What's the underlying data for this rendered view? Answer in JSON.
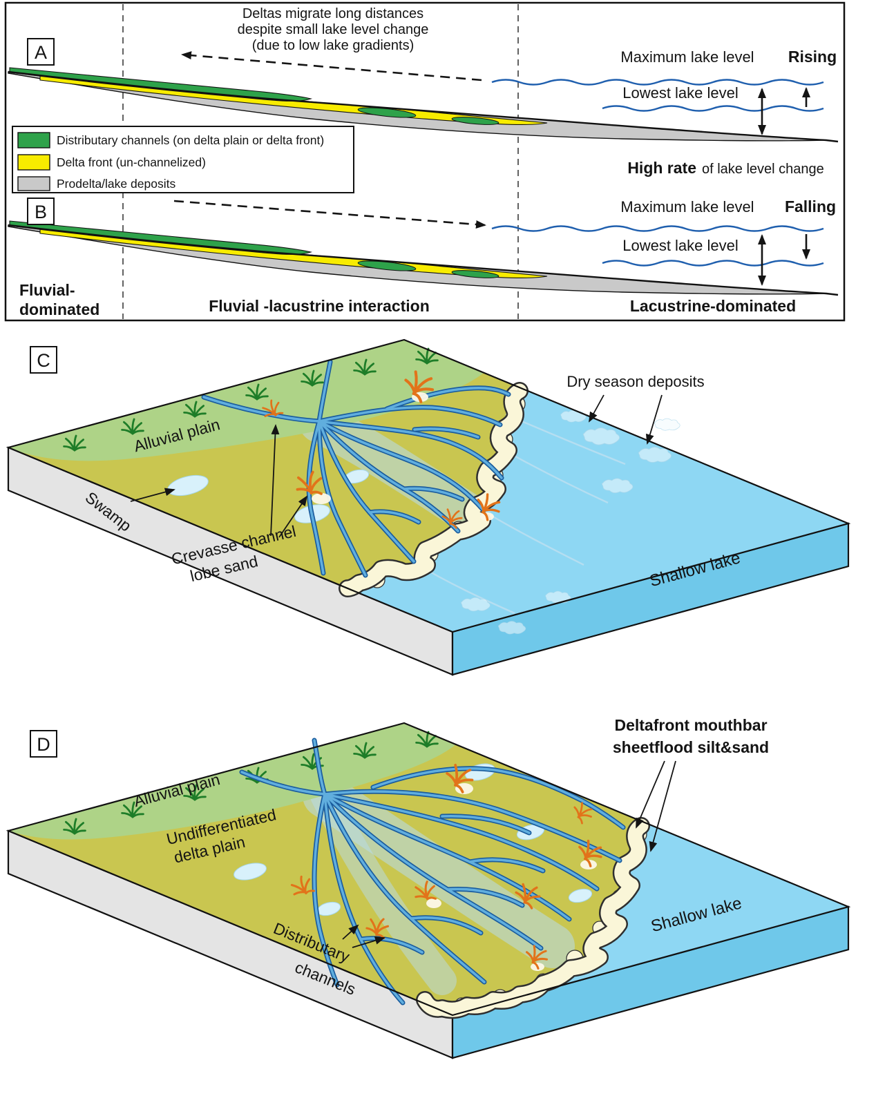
{
  "section_ab": {
    "panel_a": "A",
    "panel_b": "B",
    "note1": "Deltas migrate long distances",
    "note2": "despite  small  lake  level  change",
    "note3": "(due to low lake gradients)",
    "max_level": "Maximum lake level",
    "lowest_level": "Lowest lake level",
    "rising": "Rising",
    "falling": "Falling",
    "rate_bold": "High rate",
    "rate_rest": "of lake level change",
    "legend": {
      "items": [
        {
          "label": "Distributary channels (on delta plain or delta front)",
          "color": "#2ea24a"
        },
        {
          "label": "Delta front (un-channelized)",
          "color": "#f8ec00"
        },
        {
          "label": "Prodelta/lake deposits",
          "color": "#c9c9c9"
        }
      ]
    },
    "zone_left1": "Fluvial-",
    "zone_left2": "dominated",
    "zone_center": "Fluvial -lacustrine interaction",
    "zone_right": "Lacustrine-dominated"
  },
  "panel_c": {
    "label": "C",
    "dry": "Dry season deposits",
    "swamp": "Swamp",
    "crev1": "Crevasse channel",
    "crev2": "lobe sand"
  },
  "panel_d": {
    "label": "D",
    "mouth1": "Deltafront mouthbar",
    "mouth2": "sheetflood silt&sand",
    "undiff1": "Undifferentiated",
    "undiff2": "delta plain",
    "dist1": "Distributary",
    "dist2": "channels"
  },
  "shared": {
    "alluvial": "Alluvial plain",
    "lake": "Shallow lake"
  },
  "colors": {
    "distributary_green": "#2ea24a",
    "delta_front_yellow": "#f8ec00",
    "prodelta_gray": "#c9c9c9",
    "lake_level_line": "#1f5fae",
    "lake_fill": "#8ed7f3",
    "lake_side": "#6fc8ea",
    "alluvial_green": "#aed387",
    "delta_plain_olive": "#c9c650",
    "channel_outline": "#1a5c9e",
    "channel_fill": "#60aede",
    "crevasse_orange": "#e2731a",
    "delta_front_cream": "#faf6d8"
  }
}
